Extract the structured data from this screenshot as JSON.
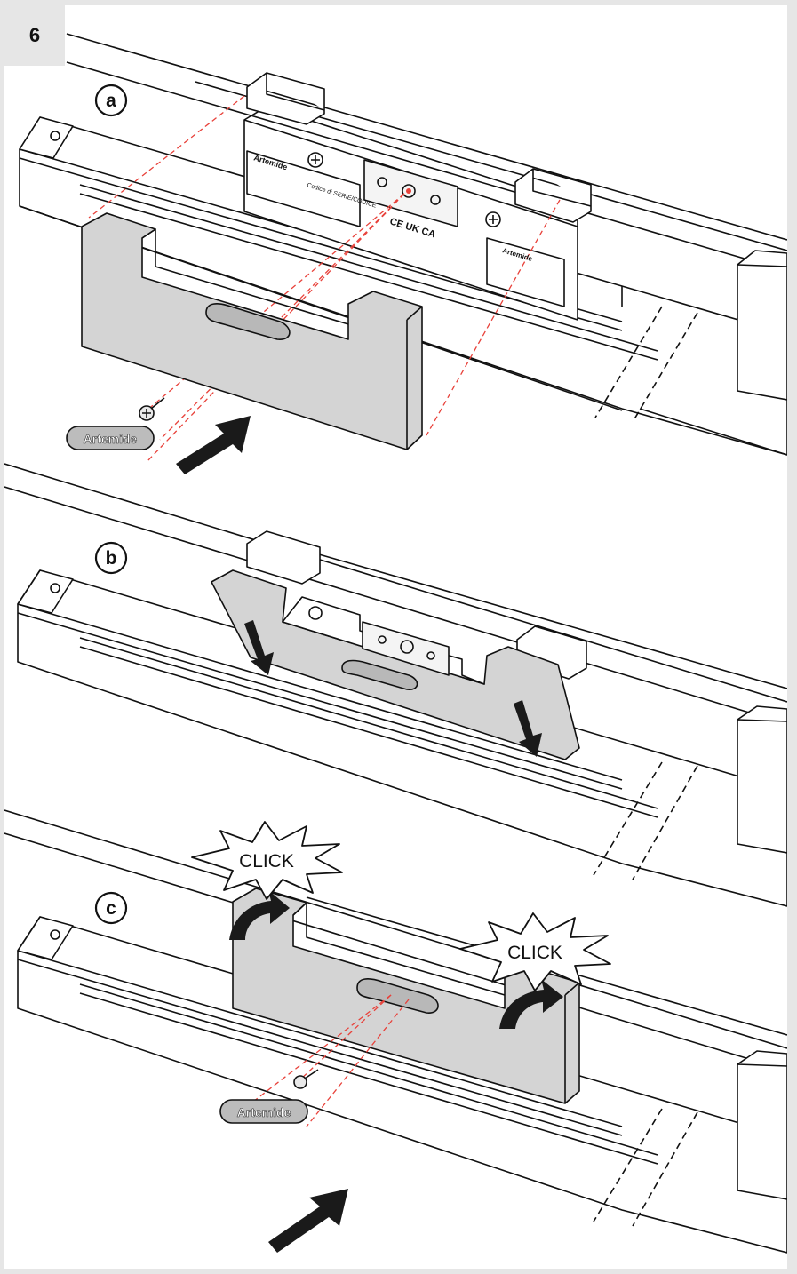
{
  "step": {
    "number": "6"
  },
  "panels": [
    {
      "label": "a"
    },
    {
      "label": "b"
    },
    {
      "label": "c"
    }
  ],
  "callouts": {
    "click": "CLICK"
  },
  "product": {
    "brand": "Artemide",
    "housing_text": "Codice di SERIE/CODICE",
    "marks": "CE UK CA"
  },
  "colors": {
    "cover": "#d4d4d4",
    "line": "#111111",
    "guide": "#e8413a",
    "arrow": "#1a1a1a"
  }
}
